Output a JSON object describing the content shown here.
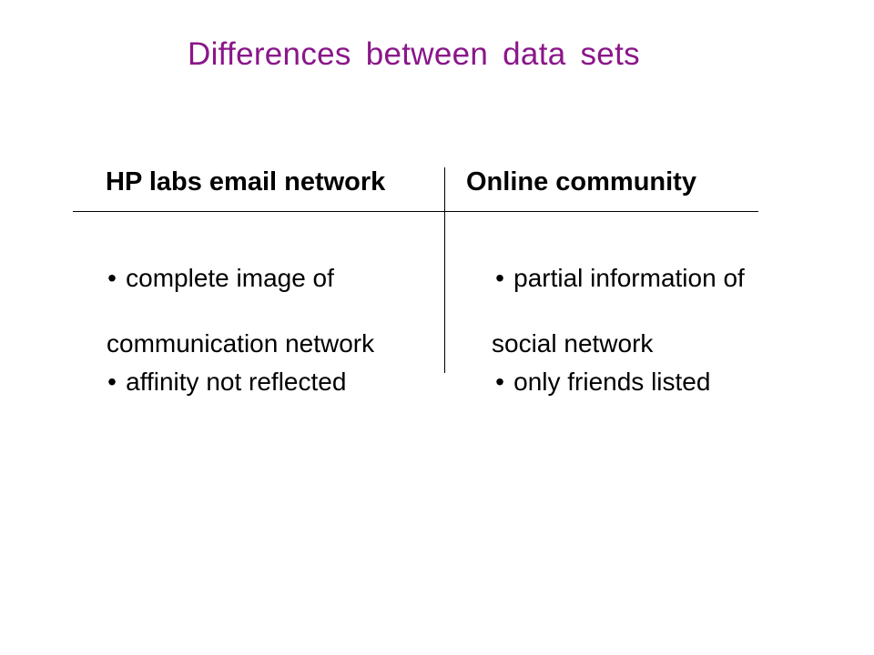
{
  "slide": {
    "title": "Differences between data sets",
    "title_color": "#8a168a",
    "columns": [
      {
        "header": "HP labs email network",
        "bullets": [
          {
            "line1": "complete image of",
            "line2": "communication network"
          },
          {
            "line1": "affinity not reflected",
            "line2": ""
          }
        ]
      },
      {
        "header": "Online community",
        "bullets": [
          {
            "line1": "partial information of",
            "line2": "social network"
          },
          {
            "line1": "only friends listed",
            "line2": ""
          }
        ]
      }
    ],
    "bullet_glyph": "•"
  }
}
